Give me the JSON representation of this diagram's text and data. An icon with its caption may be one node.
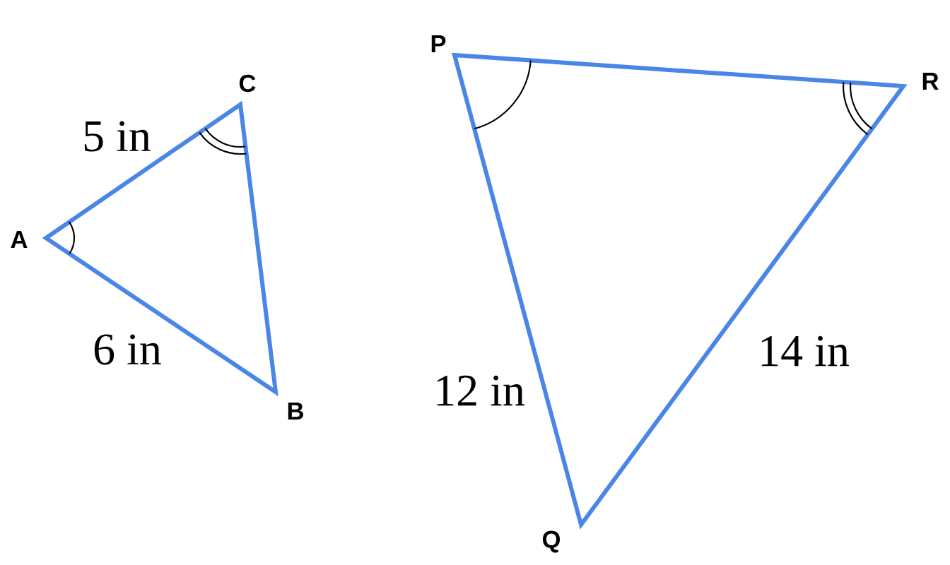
{
  "diagram": {
    "labels": [
      "P",
      "C",
      "R",
      "5 in",
      "A",
      "14 in",
      "6 in",
      "12 in",
      "B",
      "Q"
    ]
  }
}
